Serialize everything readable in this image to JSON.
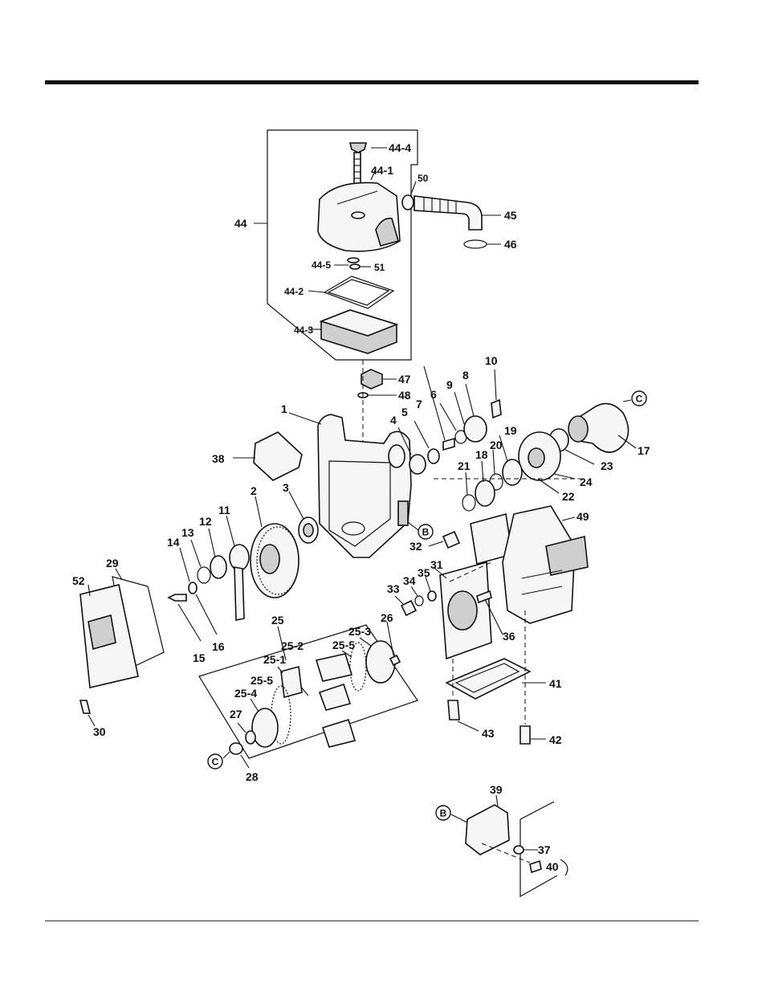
{
  "callouts": {
    "c44": "44",
    "c44_4": "44-4",
    "c44_1": "44-1",
    "c50": "50",
    "c45": "45",
    "c46": "46",
    "c44_5": "44-5",
    "c51": "51",
    "c44_2": "44-2",
    "c44_3": "44-3",
    "c47": "47",
    "c48": "48",
    "c10": "10",
    "c8": "8",
    "c9": "9",
    "c6": "6",
    "c7": "7",
    "c5": "5",
    "c4": "4",
    "c1": "1",
    "c17": "17",
    "c23": "23",
    "c24": "24",
    "c19": "19",
    "c20": "20",
    "c18": "18",
    "c21": "21",
    "c22": "22",
    "c38": "38",
    "c49": "49",
    "c2": "2",
    "c3": "3",
    "c11": "11",
    "c12": "12",
    "c13": "13",
    "c14": "14",
    "c32": "32",
    "c29": "29",
    "c52": "52",
    "c31": "31",
    "c35": "35",
    "c34": "34",
    "c33": "33",
    "c36": "36",
    "c15": "15",
    "c16": "16",
    "c25": "25",
    "c26": "26",
    "c25_3": "25-3",
    "c25_2": "25-2",
    "c25_5a": "25-5",
    "c25_1": "25-1",
    "c25_5b": "25-5",
    "c25_4": "25-4",
    "c27": "27",
    "c41": "41",
    "c30": "30",
    "c28": "28",
    "c43": "43",
    "c42": "42",
    "c39": "39",
    "c37": "37",
    "c40": "40"
  },
  "ref_markers": {
    "c_top": "C",
    "b_mid": "B",
    "c_bottom": "C",
    "b_inset": "B"
  }
}
